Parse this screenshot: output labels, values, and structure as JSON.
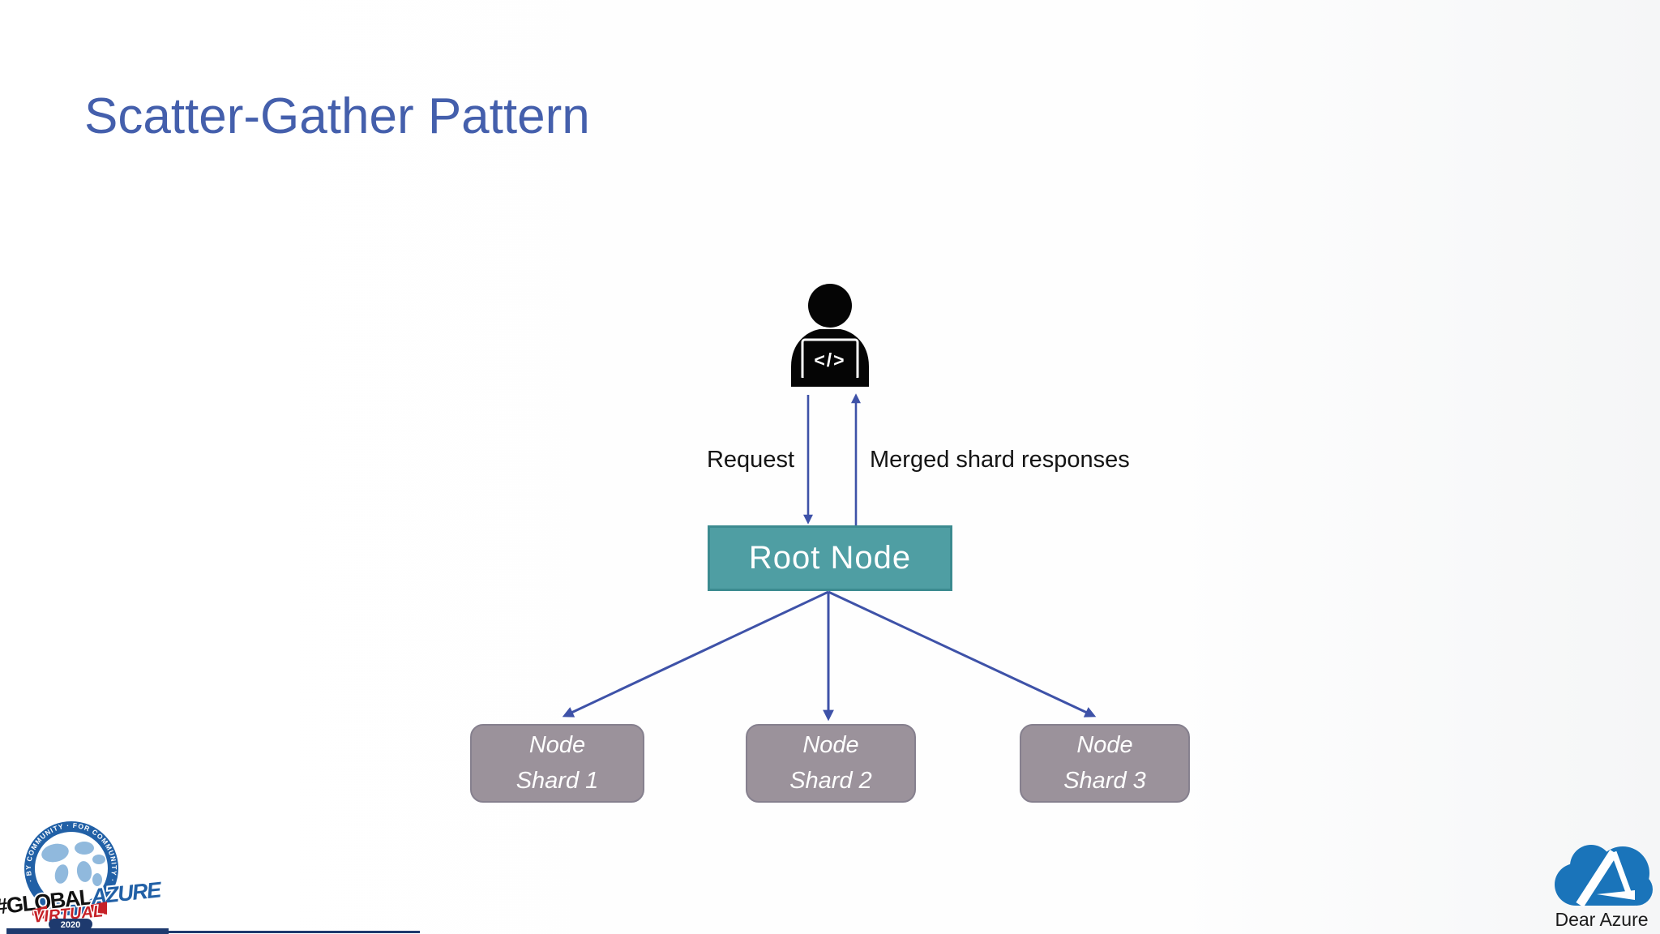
{
  "slide": {
    "title": "Scatter-Gather Pattern"
  },
  "diagram": {
    "request_label": "Request",
    "response_label": "Merged shard responses",
    "root_node_label": "Root Node",
    "code_glyph": "</>",
    "shards": [
      {
        "line1": "Node",
        "line2": "Shard 1"
      },
      {
        "line1": "Node",
        "line2": "Shard 2"
      },
      {
        "line1": "Node",
        "line2": "Shard 3"
      }
    ]
  },
  "branding": {
    "global_azure": {
      "ring_text": "· BY COMMUNITY · FOR COMMUNITY ·",
      "name_hash": "#GLOBAL",
      "name_azure": "AZURE",
      "virtual": "VIRTUAL",
      "year": "2020"
    },
    "dear_azure": {
      "label": "Dear Azure"
    }
  },
  "colors": {
    "title_blue": "#445fac",
    "arrow_blue": "#3e52a8",
    "root_fill": "#4f9ea3",
    "root_border": "#3c8b90",
    "shard_fill": "#9b929b",
    "shard_border": "#86808e",
    "badge_blue": "#2160a6",
    "badge_map_blue": "#90b9dd",
    "badge_red": "#c62127",
    "badge_navy": "#1e3a6e",
    "cloud_blue": "#1a74ba"
  }
}
